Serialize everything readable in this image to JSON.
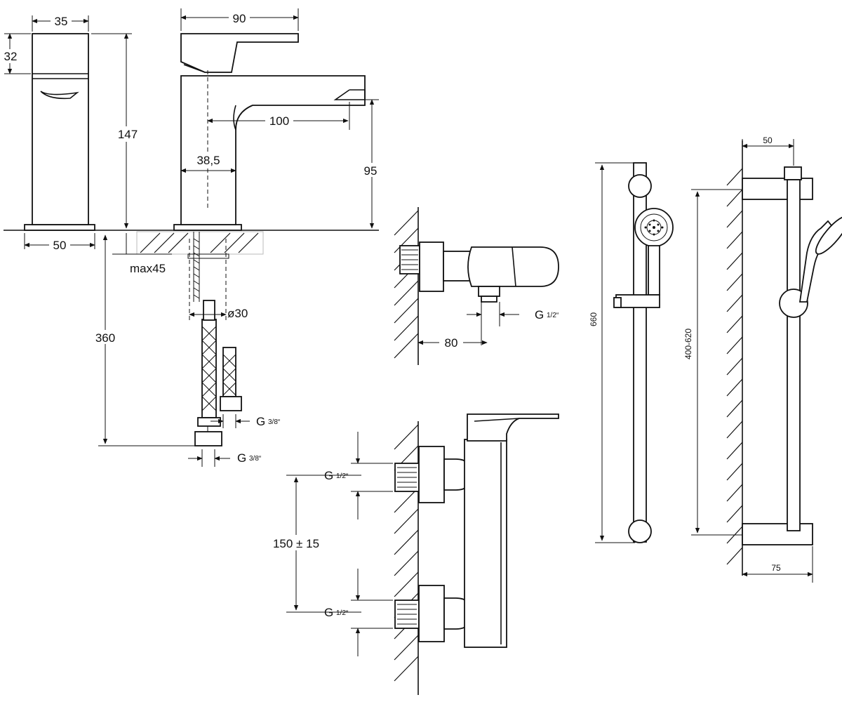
{
  "basin_mixer": {
    "dims": {
      "side_width": "35",
      "handle_height": "32",
      "overall_height": "147",
      "base_width": "50",
      "top_length": "90",
      "spout_reach": "100",
      "body_offset": "38,5",
      "spout_height": "95",
      "counter_max": "max45",
      "hole_diameter": "ø30",
      "hose_length": "360",
      "connection_inner": "G",
      "connection_inner_frac": "3/8“",
      "connection_outer": "G",
      "connection_outer_frac": "3/8“"
    }
  },
  "wall_valve": {
    "dims": {
      "depth": "80",
      "connection": "G",
      "connection_frac": "1/2“"
    }
  },
  "shower_mixer": {
    "dims": {
      "connection_top": "G",
      "connection_top_frac": "1/2“",
      "centers": "150 ± 15",
      "connection_bottom": "G",
      "connection_bottom_frac": "1/2“"
    }
  },
  "shower_rail": {
    "dims": {
      "height": "660",
      "fixing_distance": "400-620",
      "wall_offset_top": "50",
      "wall_offset_bottom": "75"
    }
  }
}
